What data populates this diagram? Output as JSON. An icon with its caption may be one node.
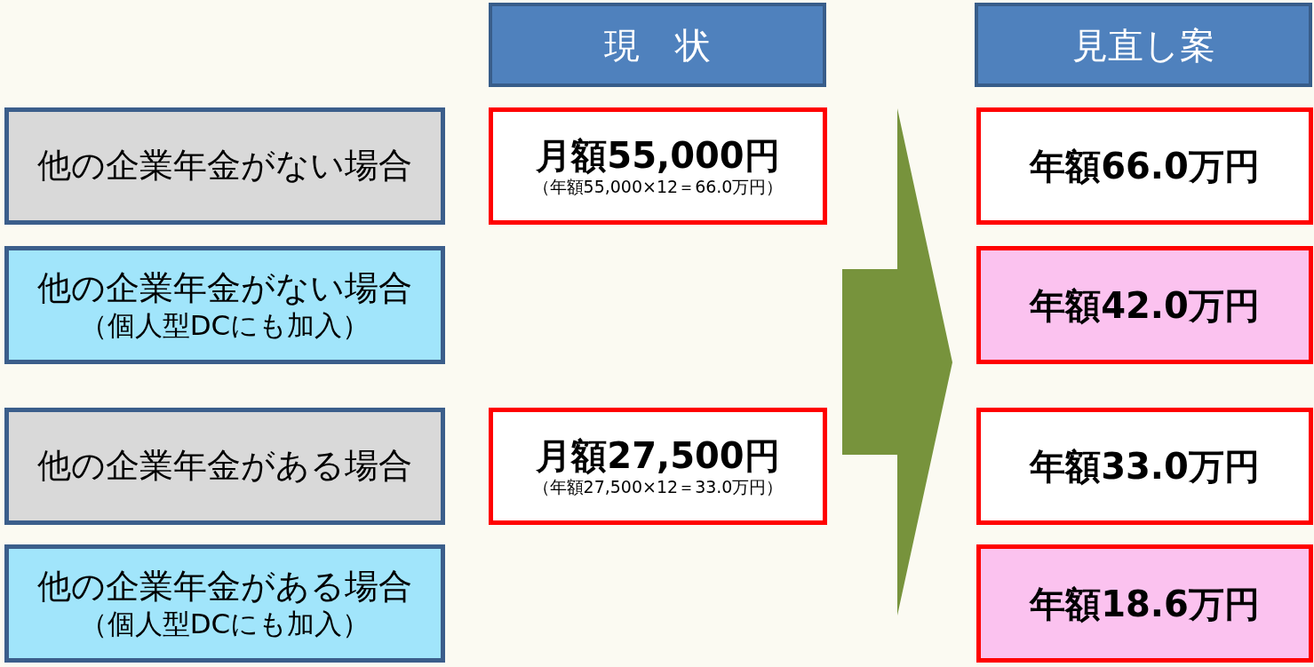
{
  "diagram": {
    "nodes": [
      {
        "text": [
          "現　状"
        ]
      },
      {
        "text": [
          "見直し案"
        ]
      },
      {
        "text": [
          "他の企業年金がない場合"
        ]
      },
      {
        "text": [
          "月額55,000円",
          "（年額55,000×12＝66.0万円）"
        ]
      },
      {
        "text": [
          "年額66.0万円"
        ]
      },
      {
        "text": [
          "他の企業年金がない場合",
          "（個人型DCにも加入）"
        ]
      },
      {
        "text": [
          "年額42.0万円"
        ]
      },
      {
        "text": [
          "他の企業年金がある場合"
        ]
      },
      {
        "text": [
          "月額27,500円",
          "（年額27,500×12＝33.0万円）"
        ]
      },
      {
        "text": [
          "年額33.0万円"
        ]
      },
      {
        "text": [
          "他の企業年金がある場合",
          "（個人型DCにも加入）"
        ]
      },
      {
        "text": [
          "年額18.6万円"
        ]
      }
    ]
  }
}
